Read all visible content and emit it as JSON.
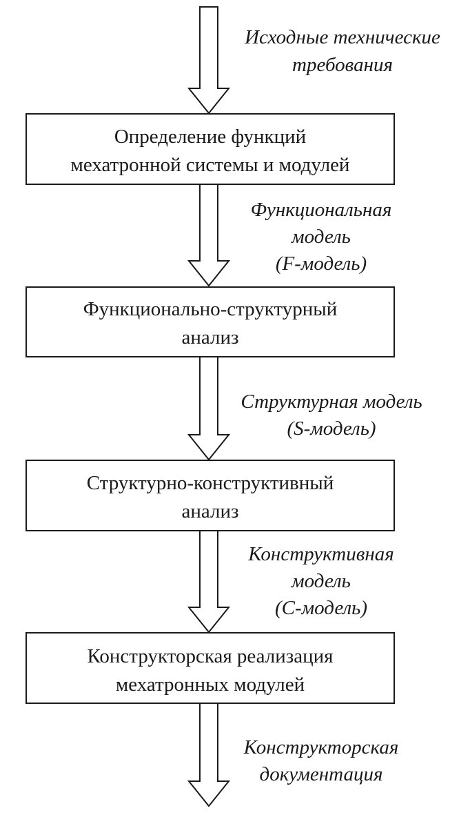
{
  "flow": {
    "input_label": {
      "line1": "Исходные технические",
      "line2": "требования"
    },
    "step1": {
      "line1": "Определение функций",
      "line2": "мехатронной системы и модулей"
    },
    "model1": {
      "line1": "Функциональная",
      "line2": "модель",
      "line3": "(F-модель)"
    },
    "step2": {
      "line1": "Функционально-структурный",
      "line2": "анализ"
    },
    "model2": {
      "line1": "Структурная модель",
      "line2": "(S-модель)"
    },
    "step3": {
      "line1": "Структурно-конструктивный",
      "line2": "анализ"
    },
    "model3": {
      "line1": "Конструктивная",
      "line2": "модель",
      "line3": "(C-модель)"
    },
    "step4": {
      "line1": "Конструкторская реализация",
      "line2": "мехатронных модулей"
    },
    "output_label": {
      "line1": "Конструкторская",
      "line2": "документация"
    }
  },
  "colors": {
    "stroke": "#1a1a1a",
    "background": "#ffffff"
  }
}
